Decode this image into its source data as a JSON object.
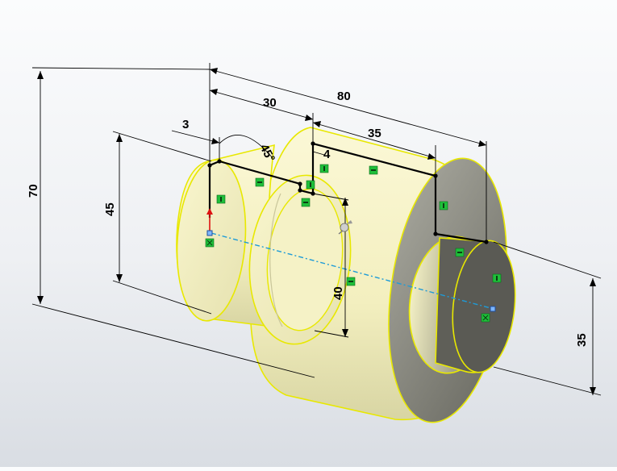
{
  "viewport": {
    "background_top": "#fbfcfd",
    "background_bottom": "#d9dde3",
    "part_fill": "#f7f4c8",
    "edge_color": "#e8e800",
    "sketch_color": "#000000",
    "relation_color": "#1fbf3a",
    "axis_color": "#1e9bd7"
  },
  "dimensions": {
    "d70": "70",
    "d45": "45",
    "d30": "30",
    "d80": "80",
    "d3": "3",
    "d35_top": "35",
    "d4": "4",
    "d45_angle": "45°",
    "d40": "40",
    "d35_right": "35"
  },
  "relation_icon": "vertical-horizontal-relation-icon",
  "origin_icon": "origin-icon",
  "rotate_handle_icon": "rotate-handle-icon"
}
